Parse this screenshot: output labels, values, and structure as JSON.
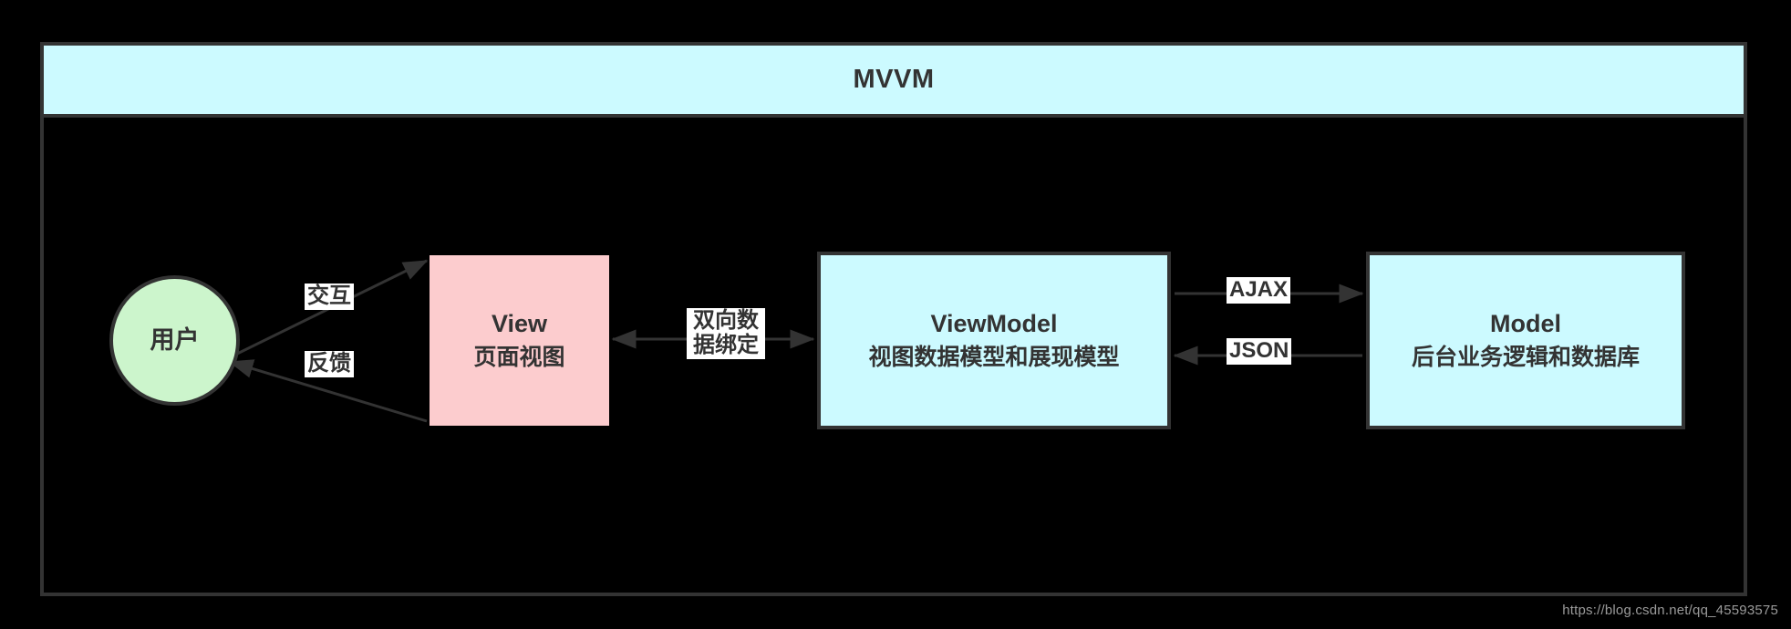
{
  "diagram": {
    "title": "MVVM",
    "colors": {
      "background": "#000000",
      "border": "#333333",
      "header_fill": "#ccfaff",
      "user_fill": "#ccf5cc",
      "view_fill": "#fcccce",
      "viewmodel_fill": "#ccfaff",
      "model_fill": "#ccfaff",
      "label_fill": "#ffffff",
      "text": "#333333",
      "watermark": "#9a9a9a"
    },
    "nodes": {
      "user": {
        "shape": "circle",
        "label": "用户"
      },
      "view": {
        "shape": "rect",
        "line1": "View",
        "line2": "页面视图"
      },
      "viewmodel": {
        "shape": "rect",
        "line1": "ViewModel",
        "line2": "视图数据模型和展现模型"
      },
      "model": {
        "shape": "rect",
        "line1": "Model",
        "line2": "后台业务逻辑和数据库"
      }
    },
    "edges": {
      "interaction": "交互",
      "feedback": "反馈",
      "binding": "双向数\n据绑定",
      "ajax": "AJAX",
      "json": "JSON"
    }
  },
  "watermark": "https://blog.csdn.net/qq_45593575"
}
